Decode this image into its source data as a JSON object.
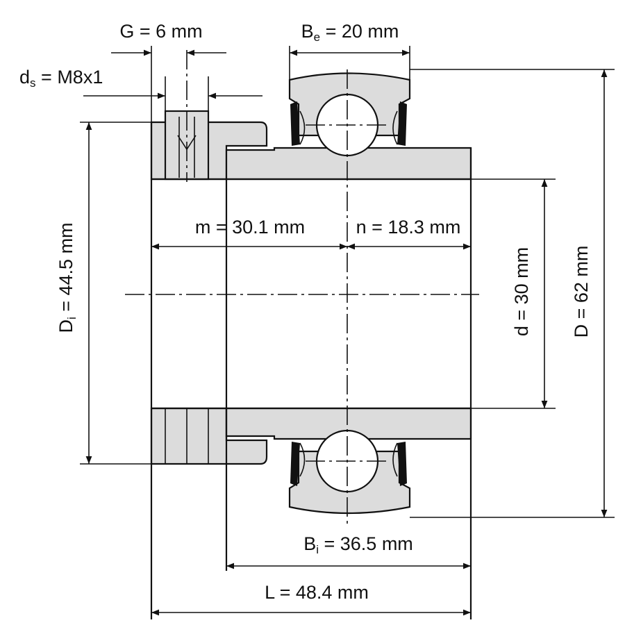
{
  "dimensions": {
    "G": {
      "symbol": "G",
      "value": "6 mm"
    },
    "ds": {
      "symbol": "d",
      "sub": "s",
      "value": "M8x1"
    },
    "Be": {
      "symbol": "B",
      "sub": "e",
      "value": "20 mm"
    },
    "Di": {
      "symbol": "D",
      "sub": "i",
      "value": "44.5 mm"
    },
    "m": {
      "symbol": "m",
      "value": "30.1 mm"
    },
    "n": {
      "symbol": "n",
      "value": "18.3 mm"
    },
    "d": {
      "symbol": "d",
      "value": "30 mm"
    },
    "D": {
      "symbol": "D",
      "value": "62 mm"
    },
    "Bi": {
      "symbol": "B",
      "sub": "i",
      "value": "36.5 mm"
    },
    "L": {
      "symbol": "L",
      "value": "48.4 mm"
    }
  },
  "colors": {
    "part_fill": "#dcdcdc",
    "line": "#111111",
    "background": "#ffffff"
  }
}
